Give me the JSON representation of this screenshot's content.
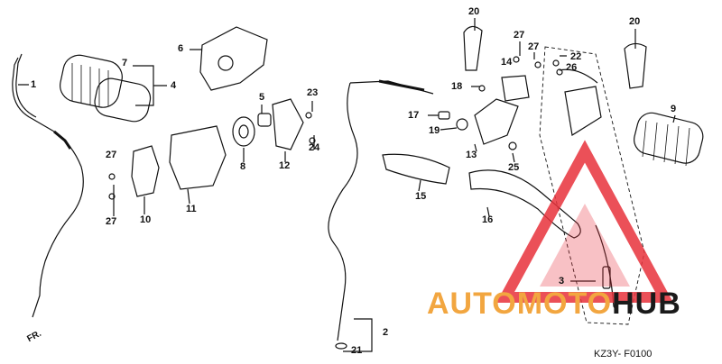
{
  "diagram": {
    "drawing_code": "KZ3Y- F0100",
    "front_marker": "FR.",
    "part_labels": [
      "1",
      "7",
      "4",
      "6",
      "5",
      "23",
      "24",
      "12",
      "8",
      "11",
      "27",
      "27",
      "10",
      "20",
      "27",
      "14",
      "27",
      "22",
      "26",
      "20",
      "18",
      "17",
      "19",
      "13",
      "25",
      "9",
      "15",
      "16",
      "3",
      "2",
      "21"
    ]
  },
  "watermark": {
    "text_part1": "AUTO",
    "text_part2": "MOTO",
    "text_part3": "HUB",
    "colors": {
      "accent": "#f2a640",
      "dark": "#1a1a1a",
      "triangle": "#e8323c"
    }
  }
}
